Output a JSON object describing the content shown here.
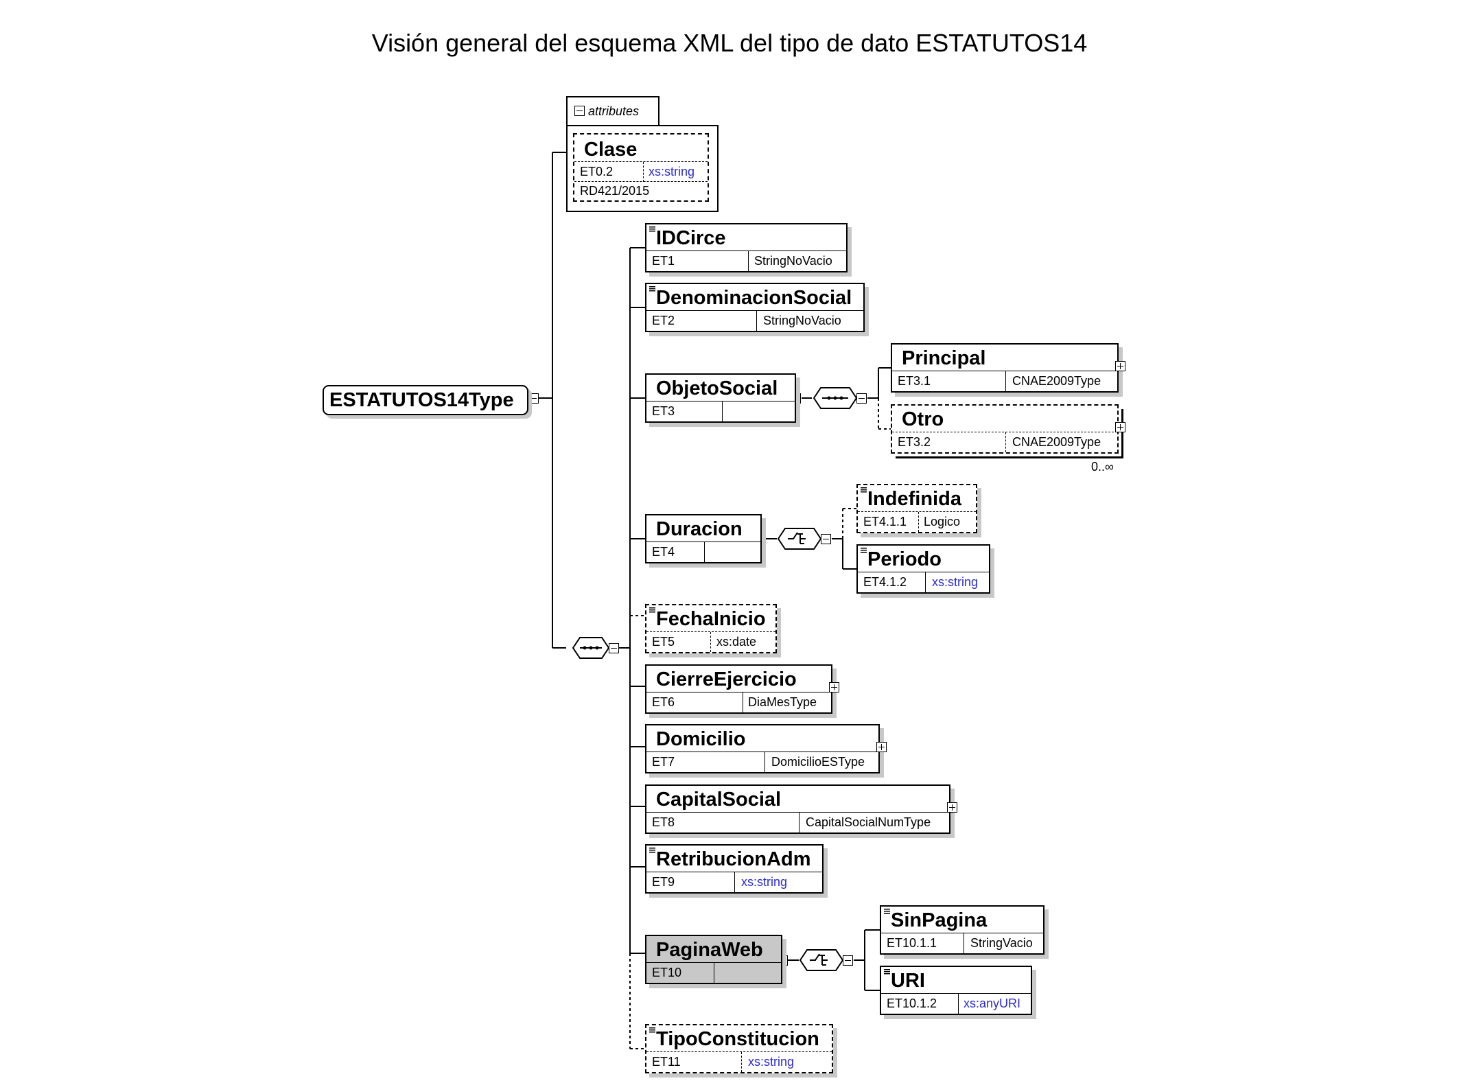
{
  "title": "Visión general del esquema XML del tipo de dato ESTATUTOS14",
  "root": {
    "name": "ESTATUTOS14Type"
  },
  "attributes_group": {
    "label": "attributes",
    "items": [
      {
        "name": "Clase",
        "code": "ET0.2",
        "type": "xs:string",
        "note": "RD421/2015"
      }
    ]
  },
  "elements": {
    "idcirce": {
      "name": "IDCirce",
      "code": "ET1",
      "type": "StringNoVacio"
    },
    "denominacion": {
      "name": "DenominacionSocial",
      "code": "ET2",
      "type": "StringNoVacio"
    },
    "objeto": {
      "name": "ObjetoSocial",
      "code": "ET3",
      "type": ""
    },
    "principal": {
      "name": "Principal",
      "code": "ET3.1",
      "type": "CNAE2009Type"
    },
    "otro": {
      "name": "Otro",
      "code": "ET3.2",
      "type": "CNAE2009Type",
      "occurrence": "0..∞"
    },
    "duracion": {
      "name": "Duracion",
      "code": "ET4",
      "type": ""
    },
    "indefinida": {
      "name": "Indefinida",
      "code": "ET4.1.1",
      "type": "Logico"
    },
    "periodo": {
      "name": "Periodo",
      "code": "ET4.1.2",
      "type": "xs:string"
    },
    "fechainicio": {
      "name": "FechaInicio",
      "code": "ET5",
      "type": "xs:date"
    },
    "cierre": {
      "name": "CierreEjercicio",
      "code": "ET6",
      "type": "DiaMesType"
    },
    "domicilio": {
      "name": "Domicilio",
      "code": "ET7",
      "type": "DomicilioESType"
    },
    "capital": {
      "name": "CapitalSocial",
      "code": "ET8",
      "type": "CapitalSocialNumType"
    },
    "retribucion": {
      "name": "RetribucionAdm",
      "code": "ET9",
      "type": "xs:string"
    },
    "paginaweb": {
      "name": "PaginaWeb",
      "code": "ET10",
      "type": ""
    },
    "sinpagina": {
      "name": "SinPagina",
      "code": "ET10.1.1",
      "type": "StringVacio"
    },
    "uri": {
      "name": "URI",
      "code": "ET10.1.2",
      "type": "xs:anyURI"
    },
    "tipoconst": {
      "name": "TipoConstitucion",
      "code": "ET11",
      "type": "xs:string"
    }
  },
  "colors": {
    "xs_type": "#2b2bd8",
    "shadow": "#c8c8c8",
    "highlight": "#c8c8c8"
  }
}
